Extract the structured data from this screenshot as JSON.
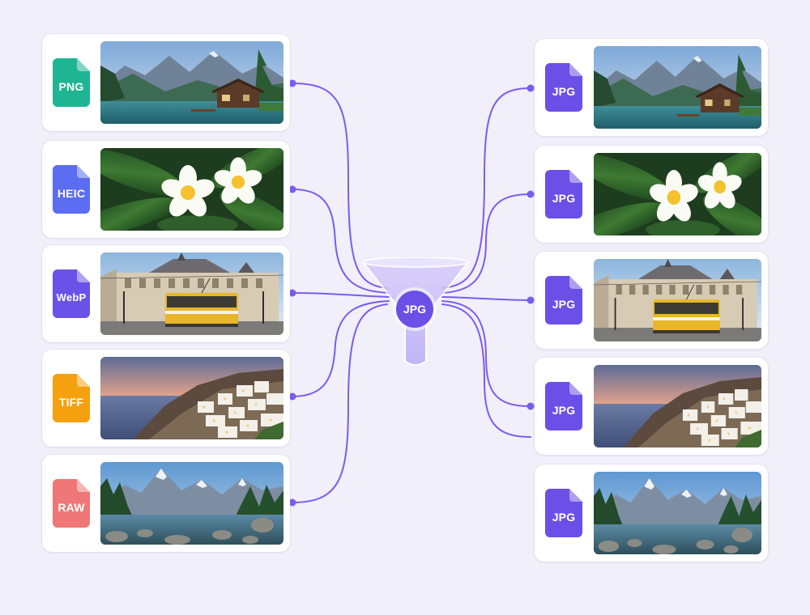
{
  "colors": {
    "connector": "#7a5cf0",
    "png": "#1fb592",
    "heic": "#5b6df2",
    "webp": "#6a52e8",
    "tiff": "#f5a00f",
    "raw": "#f07777",
    "jpg": "#6b4fe6"
  },
  "inputs": [
    {
      "format": "PNG",
      "icon": "png-file-icon",
      "image": "mountain-lake-cabin"
    },
    {
      "format": "HEIC",
      "icon": "heic-file-icon",
      "image": "plumeria-flowers"
    },
    {
      "format": "WebP",
      "icon": "webp-file-icon",
      "image": "city-tram"
    },
    {
      "format": "TIFF",
      "icon": "tiff-file-icon",
      "image": "coastal-village-sunset"
    },
    {
      "format": "RAW",
      "icon": "raw-file-icon",
      "image": "alpine-lake"
    }
  ],
  "converter": {
    "label": "JPG",
    "icon": "funnel-icon"
  },
  "outputs": [
    {
      "format": "JPG",
      "icon": "jpg-file-icon",
      "image": "mountain-lake-cabin"
    },
    {
      "format": "JPG",
      "icon": "jpg-file-icon",
      "image": "plumeria-flowers"
    },
    {
      "format": "JPG",
      "icon": "jpg-file-icon",
      "image": "city-tram"
    },
    {
      "format": "JPG",
      "icon": "jpg-file-icon",
      "image": "coastal-village-sunset"
    },
    {
      "format": "JPG",
      "icon": "jpg-file-icon",
      "image": "alpine-lake"
    }
  ]
}
